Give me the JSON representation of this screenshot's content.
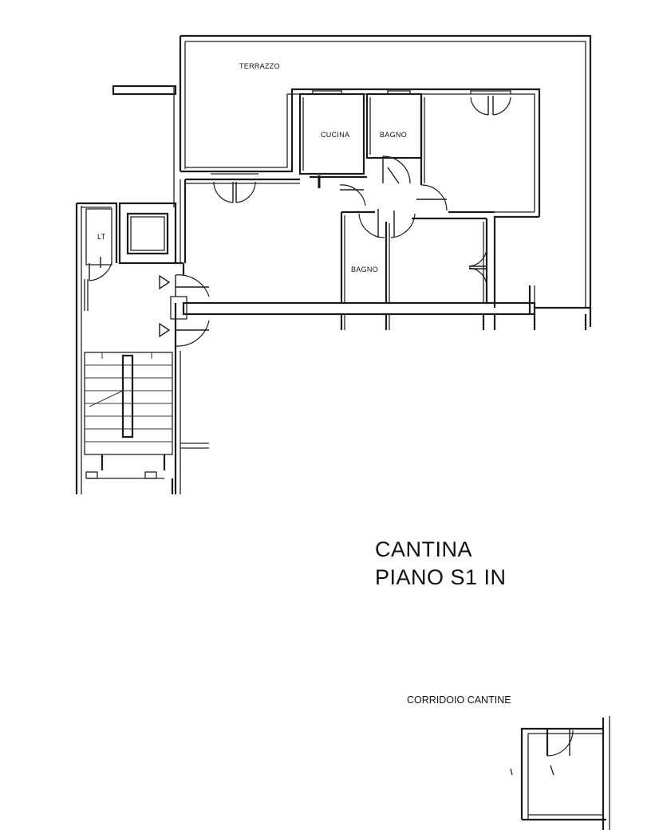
{
  "rooms": {
    "terrace": "TERRAZZO",
    "kitchen": "CUCINA",
    "bathroom_1": "BAGNO",
    "bathroom_2": "BAGNO",
    "lt": "LT"
  },
  "cellar": {
    "line_1": "CANTINA",
    "line_2": "PIANO S1 IN",
    "corridor": "CORRIDOIO CANTINE"
  }
}
